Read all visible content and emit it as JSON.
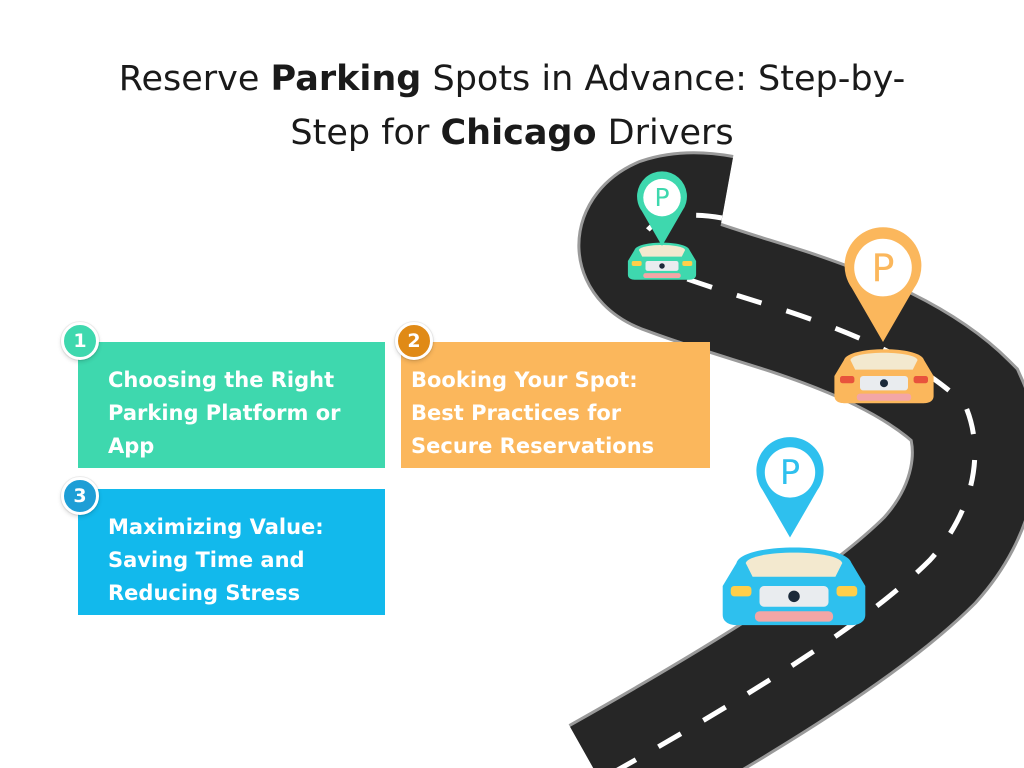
{
  "title": {
    "part1": "Reserve ",
    "bold1": "Parking",
    "part2": " Spots in Advance: Step-by-Step for ",
    "bold2": "Chicago",
    "part3": " Drivers"
  },
  "steps": [
    {
      "number": "1",
      "text": "Choosing the Right Parking Platform or App",
      "color": "#3ED8AE",
      "badge_color": "#3ED8AE"
    },
    {
      "number": "2",
      "text": "Booking Your Spot: Best Practices for Secure Reservations",
      "color": "#FBB75C",
      "badge_color": "#E08A16"
    },
    {
      "number": "3",
      "text": "Maximizing Value: Saving Time and Reducing Stress",
      "color": "#12B9EC",
      "badge_color": "#1E9ED6"
    }
  ],
  "pins": [
    {
      "label": "P",
      "color": "#3ED8AE"
    },
    {
      "label": "P",
      "color": "#FBB75C"
    },
    {
      "label": "P",
      "color": "#2EC0EE"
    }
  ],
  "colors": {
    "road": "#262626",
    "road_edge": "#9a9a9a",
    "lane": "#ffffff"
  },
  "icons": [
    "map-pin-icon",
    "car-icon"
  ]
}
